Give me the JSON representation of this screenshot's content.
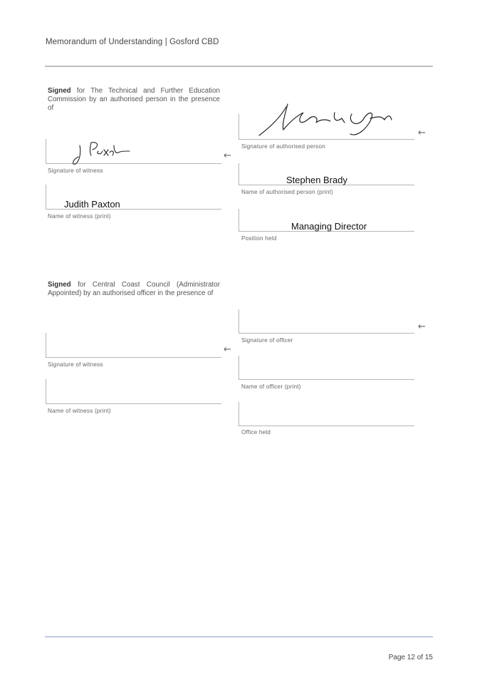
{
  "header": {
    "title": "Memorandum of Understanding | Gosford CBD"
  },
  "block1": {
    "signed_bold": "Signed",
    "signed_rest": " for The Technical and Further Education Commission by an authorised person in the presence of",
    "witness_signature_label": "Signature of witness",
    "witness_name_value": "Judith Paxton",
    "witness_name_label": "Name of witness (print)",
    "person_signature_label": "Signature of authorised person",
    "person_name_value": "Stephen Brady",
    "person_name_label": "Name of authorised person (print)",
    "position_value": "Managing Director",
    "position_label": "Position held",
    "arrow": "←"
  },
  "block2": {
    "signed_bold": "Signed",
    "signed_rest": " for Central Coast Council (Administrator Appointed) by an authorised officer in the presence of",
    "witness_signature_label": "Signature of witness",
    "witness_name_label": "Name of witness (print)",
    "officer_signature_label": "Signature of officer",
    "officer_name_label": "Name of officer (print)",
    "office_label": "Office held",
    "arrow": "←"
  },
  "footer": {
    "page": "Page 12 of 15"
  }
}
